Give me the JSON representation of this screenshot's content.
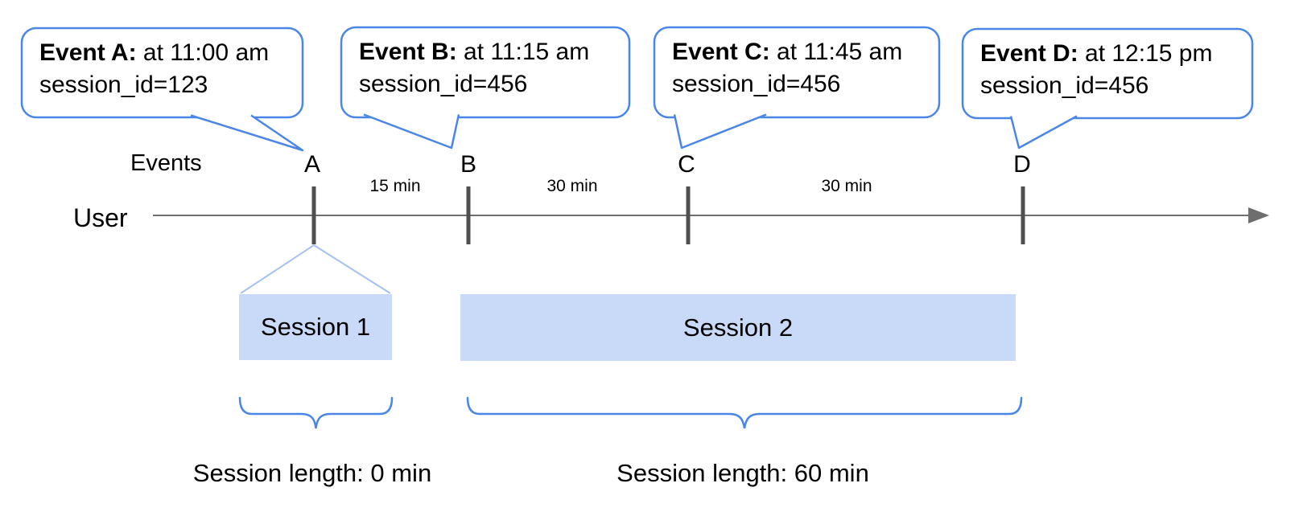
{
  "diagram": {
    "title_hint": "Event sessionization timeline",
    "axis": {
      "events_label": "Events",
      "user_label": "User"
    },
    "events": [
      {
        "letter": "A",
        "callout_title": "Event A:",
        "callout_time": " at 11:00 am",
        "callout_session": "session_id=123"
      },
      {
        "letter": "B",
        "callout_title": "Event B:",
        "callout_time": " at 11:15 am",
        "callout_session": "session_id=456"
      },
      {
        "letter": "C",
        "callout_title": "Event C:",
        "callout_time": " at 11:45 am",
        "callout_session": "session_id=456"
      },
      {
        "letter": "D",
        "callout_title": "Event D:",
        "callout_time": " at 12:15 pm",
        "callout_session": "session_id=456"
      }
    ],
    "intervals": [
      "15 min",
      "30 min",
      "30 min"
    ],
    "sessions": [
      {
        "label": "Session 1",
        "length_label": "Session length: 0 min"
      },
      {
        "label": "Session 2",
        "length_label": "Session length: 60 min"
      }
    ],
    "colors": {
      "accent_blue": "#4a86e8",
      "session_fill": "#c9daf8",
      "funnel_blue": "#a4c2f4",
      "timeline_gray": "#6e6e6e",
      "tick_gray": "#4f4f4f",
      "text_black": "#000000"
    }
  }
}
